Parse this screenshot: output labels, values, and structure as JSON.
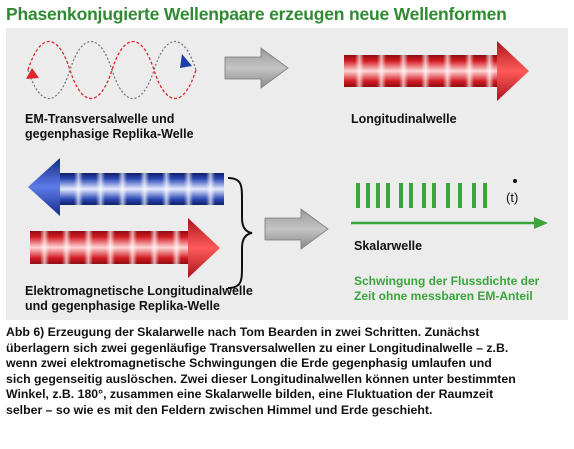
{
  "title": "Phasenkonjugierte Wellenpaare erzeugen neue Wellenformen",
  "diagram": {
    "em_transversal_label_line1": "EM-Transversalwelle und",
    "em_transversal_label_line2": "gegenphasige Replika-Welle",
    "longitudinal_label": "Longitudinalwelle",
    "em_longitudinal_label_line1": "Elektromagnetische Longitudinalwelle",
    "em_longitudinal_label_line2": "und gegenphasige Replika-Welle",
    "scalar_label": "Skalarwelle",
    "scalar_desc_line1": "Schwingung der Flussdichte der",
    "scalar_desc_line2": "Zeit ohne messbaren EM-Anteil",
    "time_symbol": "(t)"
  },
  "caption": {
    "lines": [
      "Abb 6) Erzeugung der Skalarwelle nach Tom Bearden in zwei Schritten. Zunächst",
      "überlagern sich zwei gegenläufige Transversalwellen zu einer Longitudinalwelle – z.B.",
      "wenn zwei elektromagnetische Schwingungen die Erde gegenphasig umlaufen und",
      "sich gegenseitig auslöschen. Zwei dieser Longitudinalwellen können unter bestimmten",
      "Winkel, z.B. 180°, zusammen eine Skalarwelle bilden, eine Fluktuation der Raumzeit",
      "selber – so wie es mit den Feldern zwischen Himmel und Erde geschieht."
    ]
  },
  "colors": {
    "title_green": "#2f8a32",
    "wave_red": "#e0242b",
    "wave_blue": "#1f3fa8",
    "scalar_green": "#3aa53a",
    "arrow_gray": "#8c8c8c"
  }
}
